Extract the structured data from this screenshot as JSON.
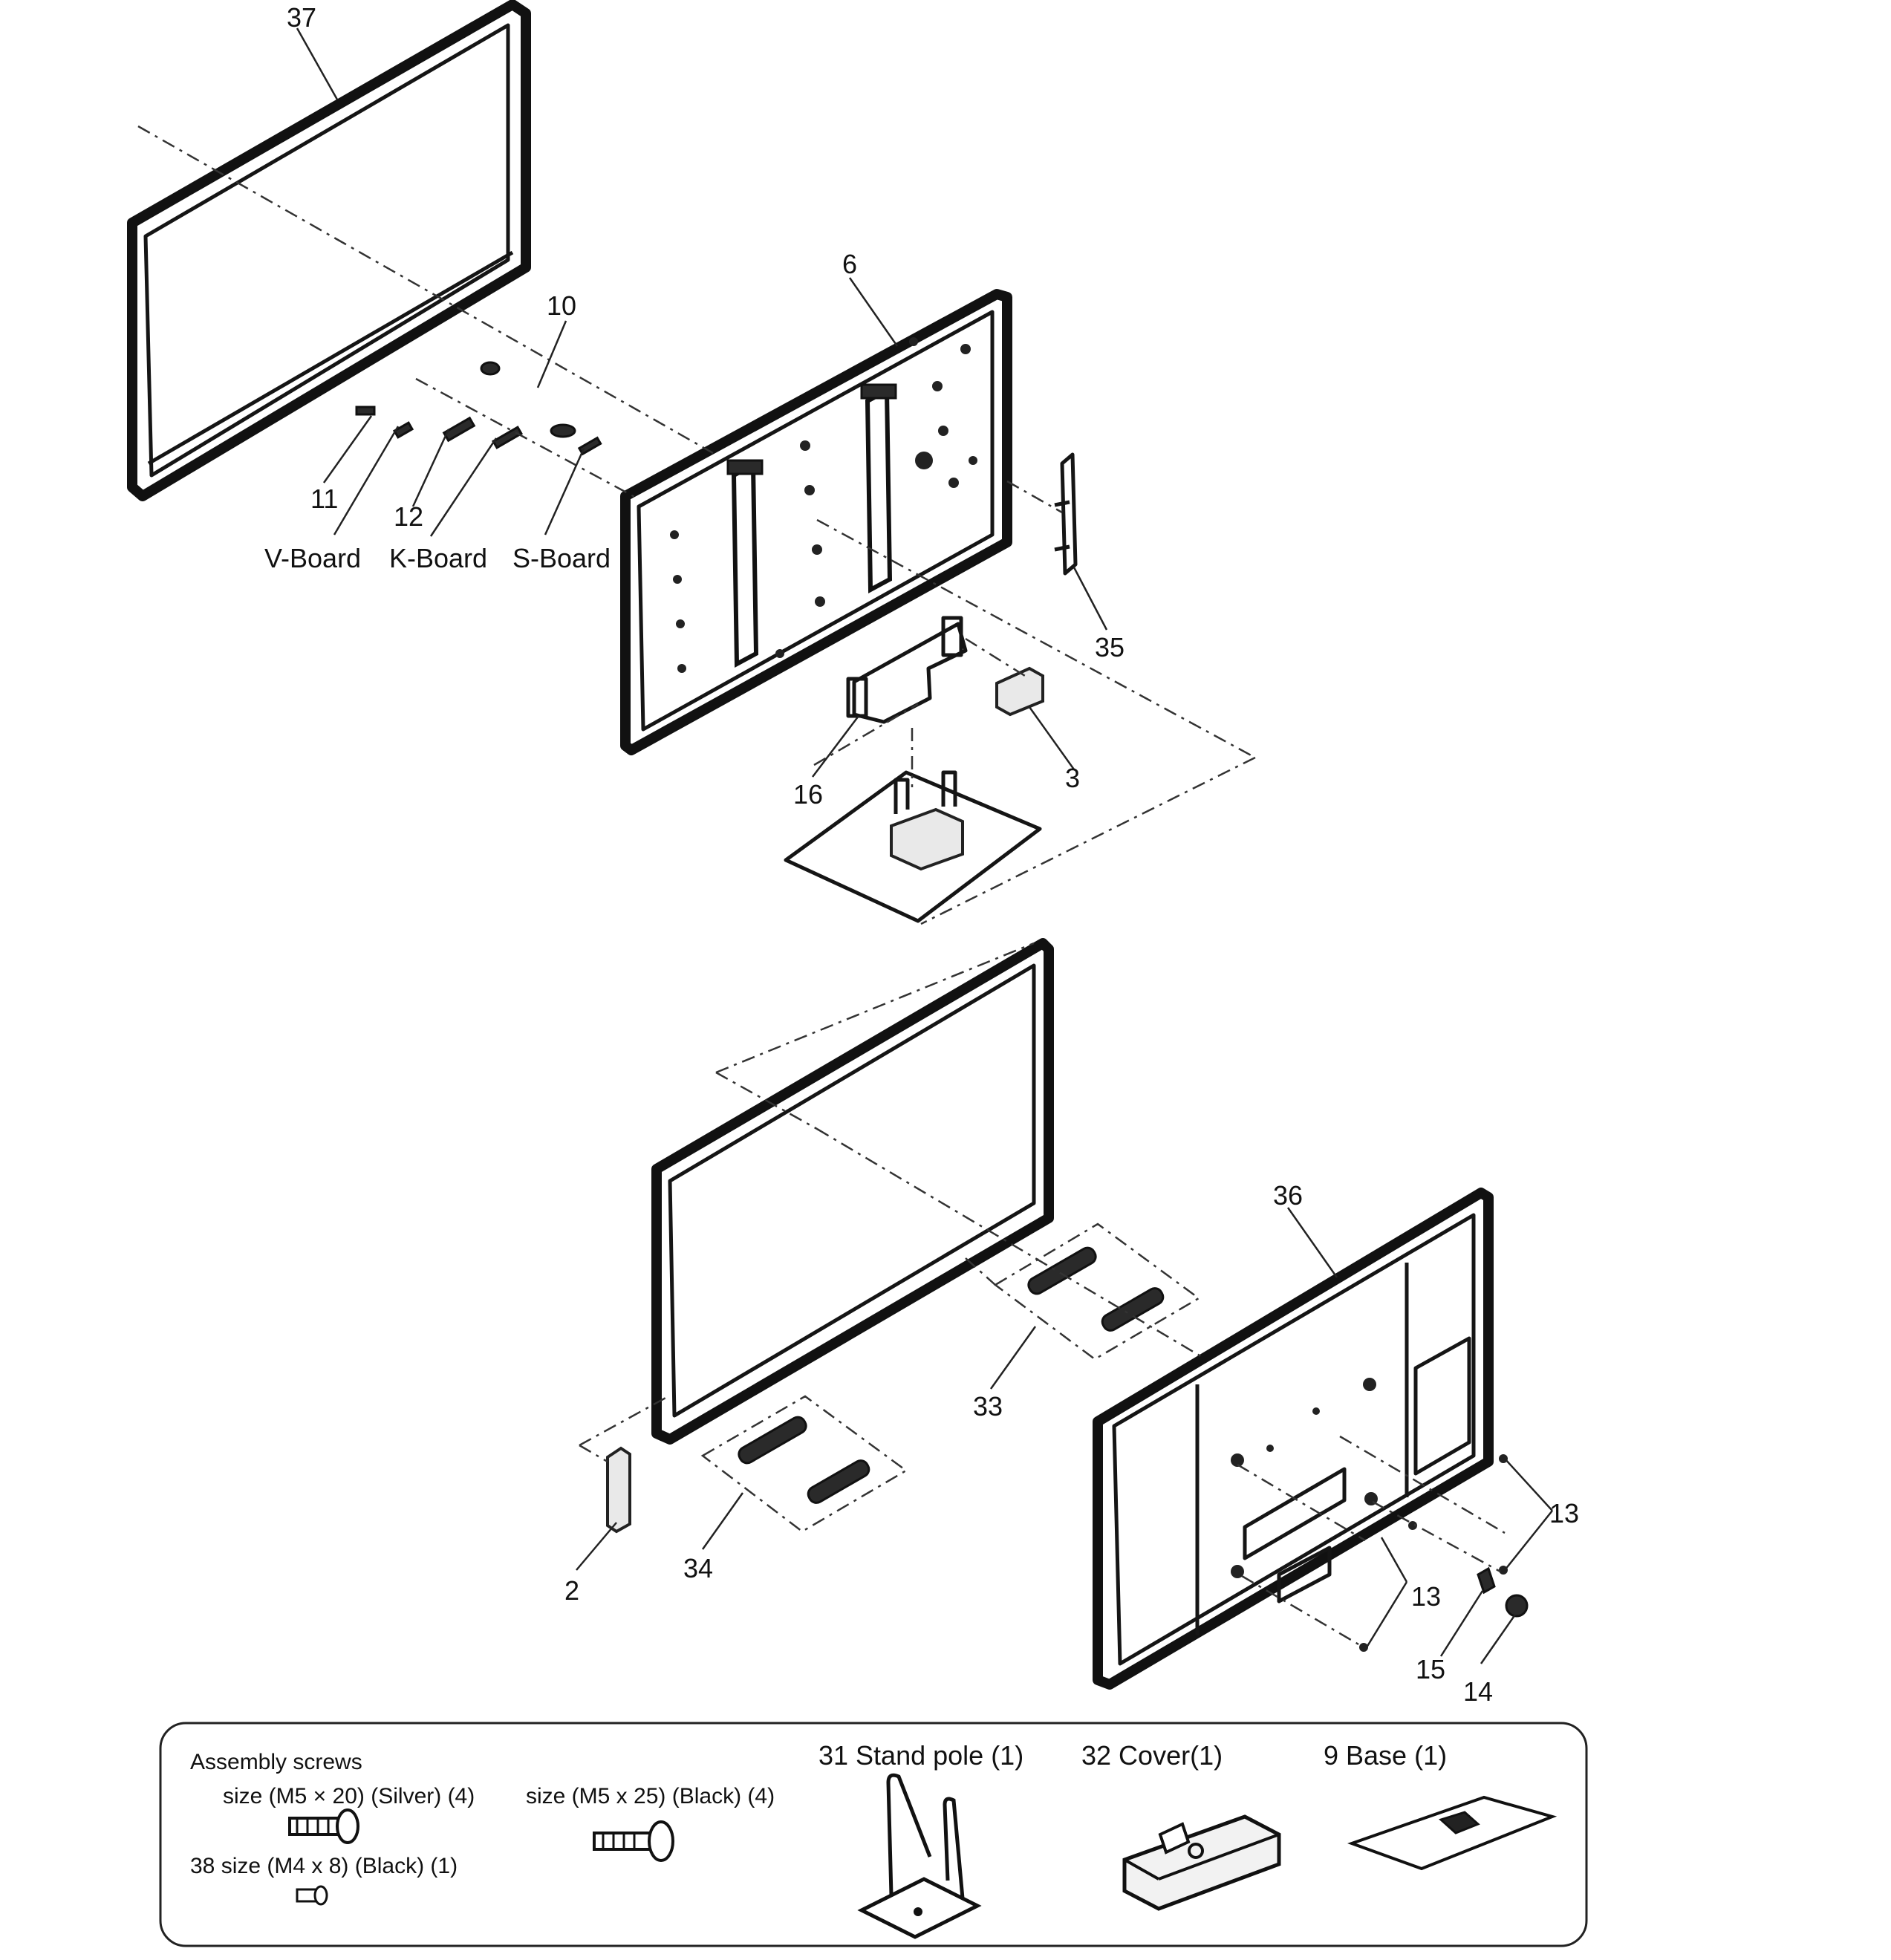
{
  "callouts": [
    {
      "id": "c37",
      "text": "37"
    },
    {
      "id": "c6",
      "text": "6"
    },
    {
      "id": "c10",
      "text": "10"
    },
    {
      "id": "c11",
      "text": "11"
    },
    {
      "id": "c12",
      "text": "12"
    },
    {
      "id": "c35",
      "text": "35"
    },
    {
      "id": "c16",
      "text": "16"
    },
    {
      "id": "c3",
      "text": "3"
    },
    {
      "id": "c36",
      "text": "36"
    },
    {
      "id": "c33",
      "text": "33"
    },
    {
      "id": "c34",
      "text": "34"
    },
    {
      "id": "c2",
      "text": "2"
    },
    {
      "id": "c13a",
      "text": "13"
    },
    {
      "id": "c13b",
      "text": "13"
    },
    {
      "id": "c15",
      "text": "15"
    },
    {
      "id": "c14",
      "text": "14"
    }
  ],
  "boards": [
    "V-Board",
    "K-Board",
    "S-Board"
  ],
  "legend": {
    "heading": "Assembly screws",
    "screw_a": "size (M5 × 20) (Silver) (4)",
    "screw_b": "size (M5 x 25) (Black) (4)",
    "screw_c": "38 size (M4 x 8) (Black) (1)",
    "stand_pole": "31  Stand pole (1)",
    "cover": "32  Cover(1)",
    "base": "9   Base (1)"
  }
}
